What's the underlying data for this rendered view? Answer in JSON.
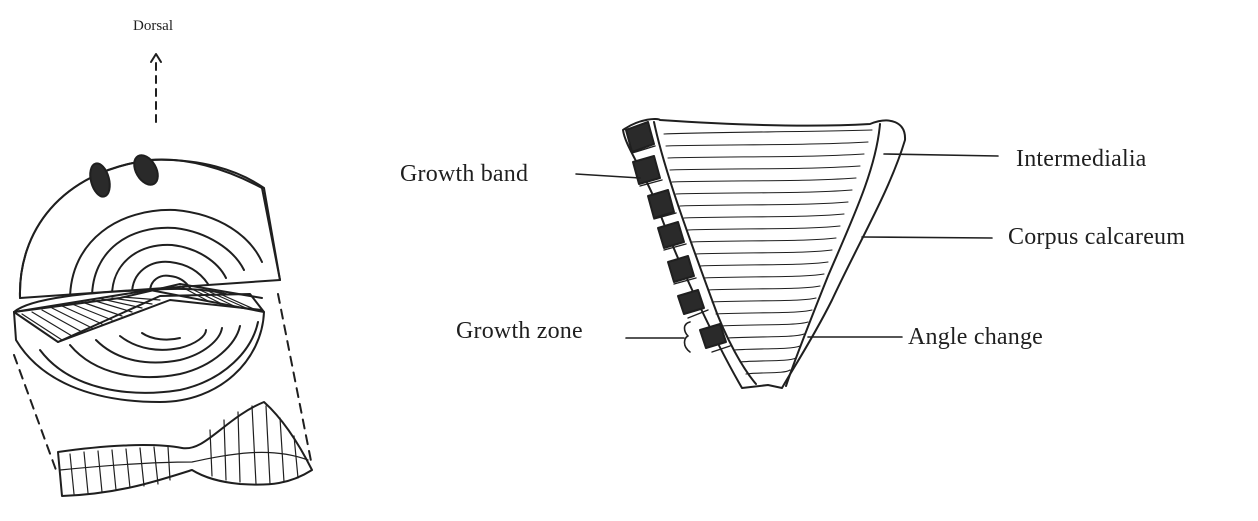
{
  "labels": {
    "dorsal": "Dorsal",
    "growth_band": "Growth band",
    "intermedialia": "Intermedialia",
    "corpus_calcareum": "Corpus calcareum",
    "growth_zone": "Growth zone",
    "angle_change": "Angle change"
  },
  "colors": {
    "ink": "#1f1f1f",
    "band_fill": "#2a2a2a",
    "background": "#ffffff"
  }
}
